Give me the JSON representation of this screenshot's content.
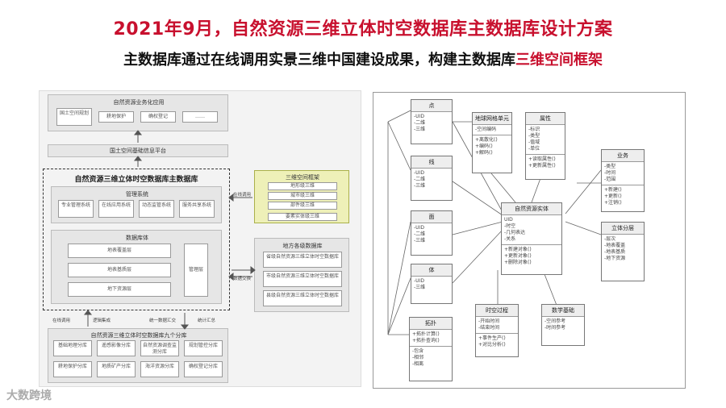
{
  "header": {
    "title": "2021年9月，自然资源三维立体时空数据库主数据库设计方案",
    "subtitle_prefix": "主数据库通过在线调用实景三维中国建设成果，构建主数据库",
    "subtitle_highlight": "三维空间框架"
  },
  "left_diagram": {
    "app_title": "自然资源业务化应用",
    "app_items": [
      "国土空间规划",
      "耕地保护",
      "确权登记",
      "……"
    ],
    "platform": "国土空间基础信息平台",
    "main_db_title": "自然资源三维立体时空数据库主数据库",
    "mgmt_title": "管理系统",
    "mgmt_items": [
      "专业管理系统",
      "在线应用系统",
      "动态监管系统",
      "服务共享系统"
    ],
    "db_title": "数据库体",
    "db_layers": [
      "地表覆盖层",
      "地表基质层",
      "地下资源层"
    ],
    "db_side": "管理层",
    "frame_title": "三维空间框架",
    "frame_items": [
      "地形级三维",
      "城市级三维",
      "部件级三维",
      "要素实体级三维"
    ],
    "online_call": "在线调用",
    "local_title": "地方各级数据库",
    "local_items": [
      "省级自然资源三维立体时空数据库",
      "市级自然资源三维立体时空数据库",
      "县级自然资源三维立体时空数据库"
    ],
    "exchange": "数据交换",
    "bottom_labels": [
      "在线调用",
      "逻辑集成",
      "统一数据汇交",
      "统计汇总"
    ],
    "sub_title": "自然资源三维立体时空数据库九个分库",
    "sub_items": [
      "基础地理分库",
      "遥感影像分库",
      "自然资源调查监测分库",
      "规划管控分库",
      "耕地保护分库",
      "地质矿产分库",
      "海洋资源分库",
      "确权登记分库",
      "……"
    ]
  },
  "uml": {
    "classes": [
      {
        "id": "dian",
        "name": "点",
        "attrs": "-UID\n-二维\n-三维",
        "ops": ""
      },
      {
        "id": "xian",
        "name": "线",
        "attrs": "-UID\n-二维\n-三维",
        "ops": ""
      },
      {
        "id": "mian",
        "name": "面",
        "attrs": "-UID\n-二维\n-三维",
        "ops": ""
      },
      {
        "id": "ti",
        "name": "体",
        "attrs": "-UID\n-三维",
        "ops": ""
      },
      {
        "id": "tuopu",
        "name": "拓扑",
        "attrs": "+拓扑计算()\n+拓扑查询()",
        "ops": "-包含\n-相邻\n-相离"
      },
      {
        "id": "grid",
        "name": "地球网格单元",
        "attrs": "-空间编码",
        "ops": "+离散化()\n+编码()\n+解码()"
      },
      {
        "id": "shuxing",
        "name": "属性",
        "attrs": "-标识\n-类型\n-值域\n-单位",
        "ops": "+读取属性()\n+更新属性()"
      },
      {
        "id": "entity",
        "name": "自然资源实体",
        "attrs": "UID\n-时空\n-几何表达\n-关系",
        "ops": "+新建对象()\n+更新对象()\n+删除对象()"
      },
      {
        "id": "yewu",
        "name": "业务",
        "attrs": "-类型\n-时间\n-范围",
        "ops": "+新建()\n+更新()\n+注销()"
      },
      {
        "id": "lifti",
        "name": "立体分层",
        "attrs": "-层次\n-地表覆盖\n-地表基质\n-地下资源",
        "ops": ""
      },
      {
        "id": "shikong",
        "name": "时空过程",
        "attrs": "-开始时间\n-结束时间",
        "ops": "+事件生产()\n+对比分析()"
      },
      {
        "id": "jizhun",
        "name": "数学基础",
        "attrs": "-空间参考\n-时间参考",
        "ops": ""
      }
    ]
  },
  "watermark": "大数跨境"
}
